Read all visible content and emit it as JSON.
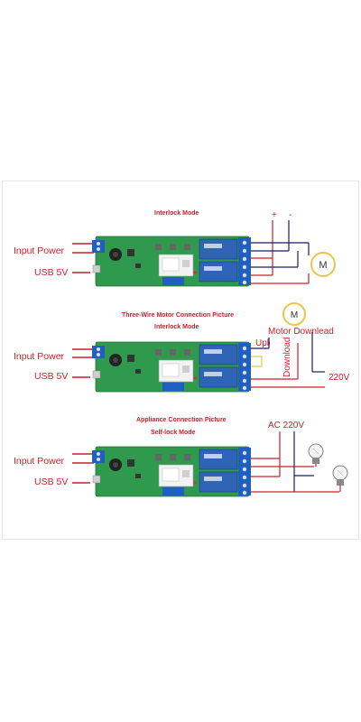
{
  "sections": [
    {
      "title": "Interlock Mode",
      "subtitle": "",
      "left_labels": [
        "Input Power",
        "USB 5V"
      ],
      "extra": {
        "plus": "+",
        "minus": "-",
        "motor": "M"
      }
    },
    {
      "title": "Three-Wire Motor Connection Picture",
      "subtitle": "Interlock Mode",
      "left_labels": [
        "Input Power",
        "USB 5V"
      ],
      "extra": {
        "motor": "M",
        "motor_download": "Motor Downlead",
        "uplead": "Uplead",
        "download": "Download",
        "voltage": "220V"
      }
    },
    {
      "title": "Appliance Connection Picture",
      "subtitle": "Self-lock Mode",
      "left_labels": [
        "Input Power",
        "USB 5V"
      ],
      "extra": {
        "voltage": "AC 220V"
      }
    }
  ],
  "colors": {
    "red": "#c8202a",
    "pcb": "#2f9a4e",
    "relay": "#2f63b5",
    "terminal": "#1f5fc2",
    "wire_dark": "#1a1a66"
  }
}
